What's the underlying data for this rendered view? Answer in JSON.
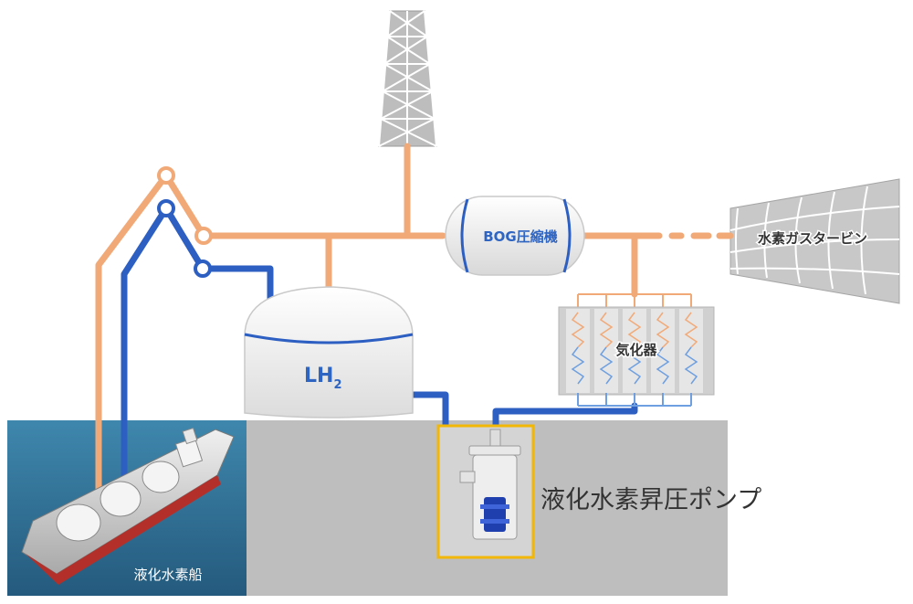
{
  "labels": {
    "lh2_main": "LH",
    "lh2_sub": "2",
    "bog_compressor": "BOG圧縮機",
    "gas_turbine": "水素ガスタービン",
    "vaporizer": "気化器",
    "pump": "液化水素昇圧ポンプ",
    "ship": "液化水素船"
  },
  "colors": {
    "gas_line": "#f2a978",
    "liquid_line": "#2d5fc2",
    "sea": "#2f6f95",
    "land": "#bdbdbd",
    "pump_frame": "#f2b705",
    "label_blue": "#2e64c2"
  },
  "icons": {
    "flare_stack": "lattice-tower-icon",
    "tank": "storage-tank-icon",
    "compressor": "compressor-drum-icon",
    "turbine": "turbine-icon",
    "vaporizer": "vaporizer-icon",
    "pump": "pump-icon",
    "ship": "lng-carrier-ship-icon",
    "valve": "valve-icon"
  }
}
